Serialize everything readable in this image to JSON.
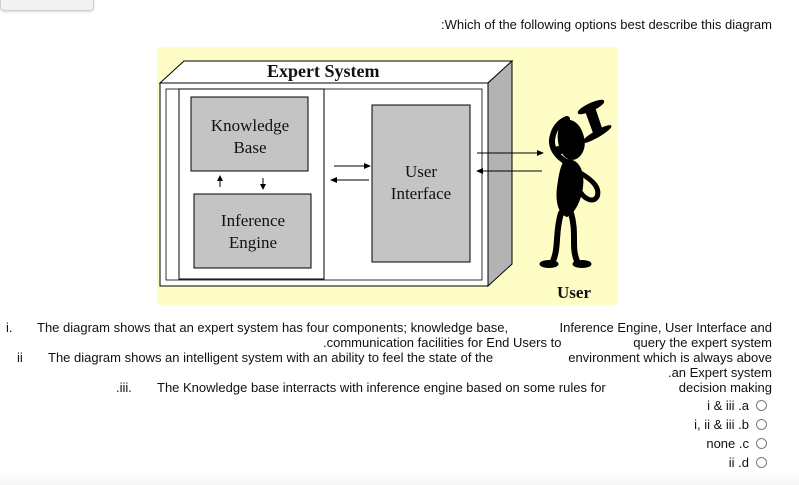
{
  "question": ":Which of the following options best describe this diagram",
  "diagram": {
    "title": "Expert System",
    "kb_line1": "Knowledge",
    "kb_line2": "Base",
    "ie_line1": "Inference",
    "ie_line2": "Engine",
    "ui_line1": "User",
    "ui_line2": "Interface",
    "user_label": "User"
  },
  "statements": {
    "s1_num": "i.",
    "s1_left": "The diagram shows that an expert system has four components; knowledge base,",
    "s1_right": "Inference Engine, User Interface and",
    "s1_cont": ".communication facilities for End Users to",
    "s1_cont2": "query the expert system",
    "s2_num": "ii",
    "s2_left": "The diagram shows an intelligent system with an ability to feel the state of the",
    "s2_right": "environment which is always above",
    "s2_cont": ".an Expert system",
    "s3_num": ".iii.",
    "s3_left": "The Knowledge base interracts with inference engine based on some rules for",
    "s3_right": "decision making"
  },
  "options": [
    {
      "label": "i & iii .a"
    },
    {
      "label": "i, ii & iii .b"
    },
    {
      "label": "none .c"
    },
    {
      "label": "ii .d"
    }
  ]
}
